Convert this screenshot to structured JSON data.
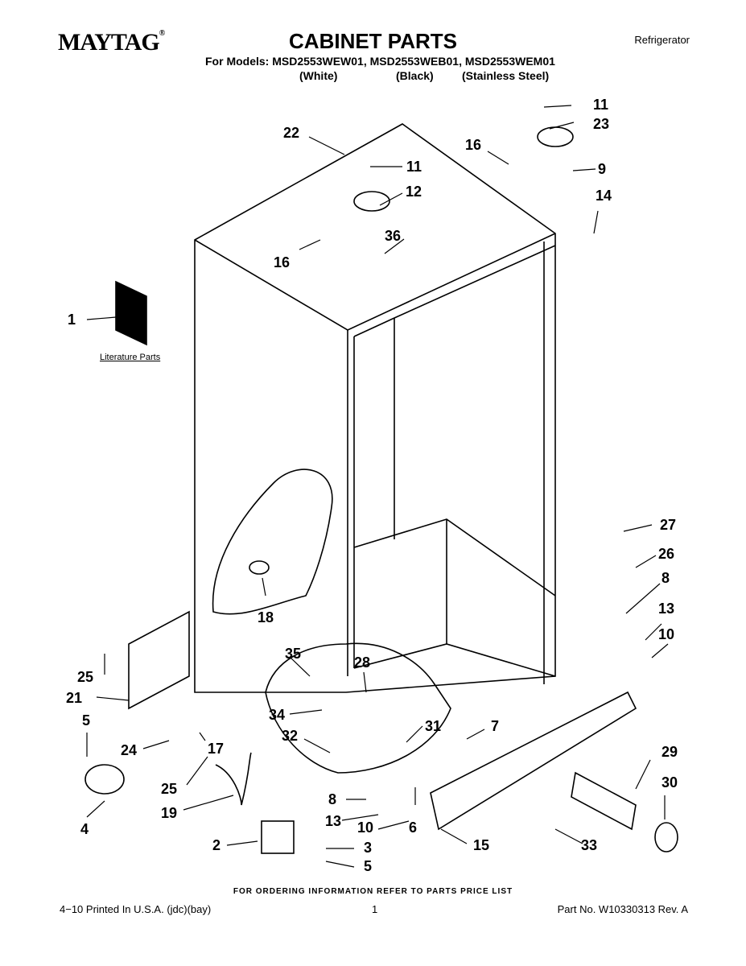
{
  "header": {
    "brand": "MAYTAG",
    "brand_mark": "®",
    "title": "CABINET PARTS",
    "doc_type": "Refrigerator",
    "models_line": "For Models: MSD2553WEW01, MSD2553WEB01, MSD2553WEM01",
    "variants": [
      "(White)",
      "(Black)",
      "(Stainless Steel)"
    ]
  },
  "diagram": {
    "literature_label": "Literature Parts",
    "callouts": [
      {
        "id": "c1",
        "label": "1"
      },
      {
        "id": "c2",
        "label": "2"
      },
      {
        "id": "c3",
        "label": "3"
      },
      {
        "id": "c4",
        "label": "4"
      },
      {
        "id": "c5a",
        "label": "5"
      },
      {
        "id": "c5b",
        "label": "5"
      },
      {
        "id": "c6",
        "label": "6"
      },
      {
        "id": "c7",
        "label": "7"
      },
      {
        "id": "c8a",
        "label": "8"
      },
      {
        "id": "c8b",
        "label": "8"
      },
      {
        "id": "c9",
        "label": "9"
      },
      {
        "id": "c10a",
        "label": "10"
      },
      {
        "id": "c10b",
        "label": "10"
      },
      {
        "id": "c11a",
        "label": "11"
      },
      {
        "id": "c11b",
        "label": "11"
      },
      {
        "id": "c12",
        "label": "12"
      },
      {
        "id": "c13a",
        "label": "13"
      },
      {
        "id": "c13b",
        "label": "13"
      },
      {
        "id": "c14",
        "label": "14"
      },
      {
        "id": "c15",
        "label": "15"
      },
      {
        "id": "c16a",
        "label": "16"
      },
      {
        "id": "c16b",
        "label": "16"
      },
      {
        "id": "c17",
        "label": "17"
      },
      {
        "id": "c18",
        "label": "18"
      },
      {
        "id": "c19",
        "label": "19"
      },
      {
        "id": "c21",
        "label": "21"
      },
      {
        "id": "c22",
        "label": "22"
      },
      {
        "id": "c23",
        "label": "23"
      },
      {
        "id": "c24",
        "label": "24"
      },
      {
        "id": "c25a",
        "label": "25"
      },
      {
        "id": "c25b",
        "label": "25"
      },
      {
        "id": "c26",
        "label": "26"
      },
      {
        "id": "c27",
        "label": "27"
      },
      {
        "id": "c28",
        "label": "28"
      },
      {
        "id": "c29",
        "label": "29"
      },
      {
        "id": "c30",
        "label": "30"
      },
      {
        "id": "c31",
        "label": "31"
      },
      {
        "id": "c32",
        "label": "32"
      },
      {
        "id": "c33",
        "label": "33"
      },
      {
        "id": "c34",
        "label": "34"
      },
      {
        "id": "c35",
        "label": "35"
      },
      {
        "id": "c36",
        "label": "36"
      }
    ]
  },
  "footer": {
    "order_note": "FOR ORDERING INFORMATION REFER TO PARTS PRICE LIST",
    "print_info": "4−10 Printed In U.S.A. (jdc)(bay)",
    "page_number": "1",
    "part_number": "Part No. W10330313 Rev. A"
  }
}
